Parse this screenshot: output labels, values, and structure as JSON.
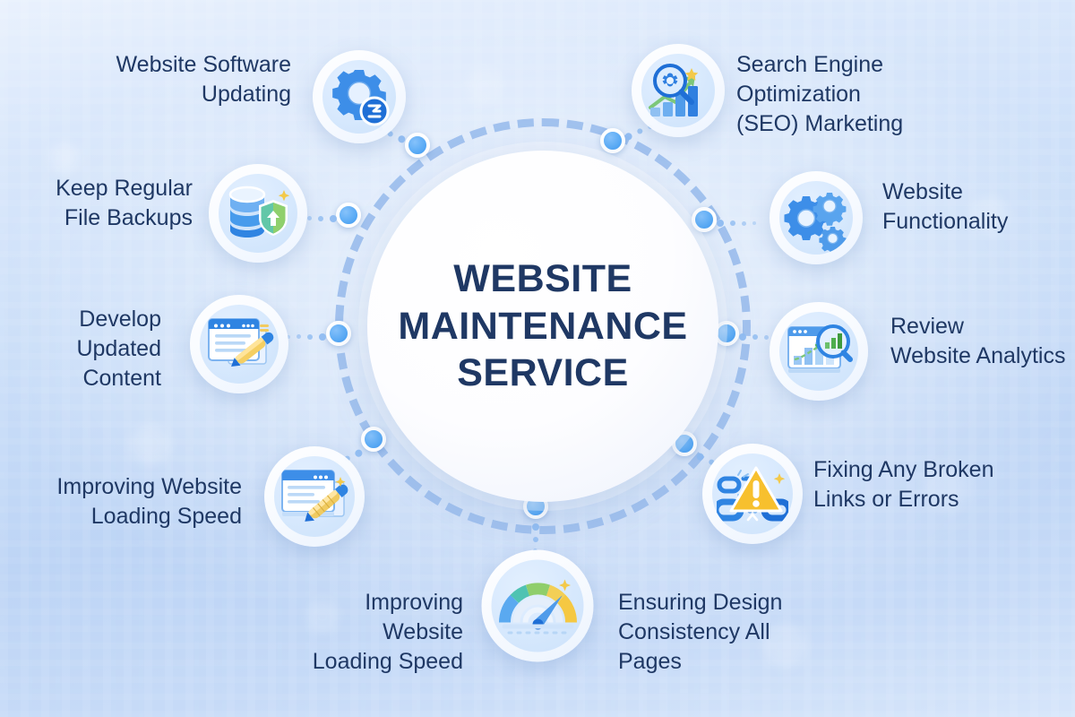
{
  "title": {
    "line1": "WEBSITE",
    "line2": "MAINTENANCE",
    "line3": "SERVICE"
  },
  "colors": {
    "text_navy": "#1f3864",
    "accent_blue": "#3d96ee",
    "node_blue": "#5aabf5",
    "orbit_dash": "#9fc0ee",
    "bg_light": "#e9f1fd",
    "bg_deep": "#bdd4f5",
    "icon_blue": "#2f7fe0",
    "icon_blue_light": "#73b2f5",
    "icon_yellow": "#f7c02e",
    "icon_green": "#7ec97a",
    "icon_teal": "#57c4b4",
    "star_yellow": "#f3c94a",
    "white": "#ffffff"
  },
  "items": [
    {
      "id": "website-software-updating",
      "label": "Website Software\nUpdating",
      "icon": "gear-refresh-icon",
      "side": "left"
    },
    {
      "id": "seo-marketing",
      "label": "Search Engine Optimization\n(SEO) Marketing",
      "icon": "magnifier-chart-icon",
      "side": "right"
    },
    {
      "id": "keep-regular-file-backups",
      "label": "Keep Regular\nFile Backups",
      "icon": "database-shield-icon",
      "side": "left"
    },
    {
      "id": "website-functionality",
      "label": "Website\nFunctionality",
      "icon": "gears-icon",
      "side": "right"
    },
    {
      "id": "develop-updated-content",
      "label": "Develop\nUpdated\nContent",
      "icon": "document-pencil-icon",
      "side": "left"
    },
    {
      "id": "review-website-analytics",
      "label": "Review\nWebsite Analytics",
      "icon": "dashboard-magnifier-icon",
      "side": "right"
    },
    {
      "id": "improving-website-loading-speed",
      "label": "Improving Website\nLoading Speed",
      "icon": "browser-pencil-icon",
      "side": "left"
    },
    {
      "id": "fixing-broken-links",
      "label": "Fixing Any Broken\nLinks or Errors",
      "icon": "broken-link-warning-icon",
      "side": "right"
    },
    {
      "id": "improving-loading-speed-bottom",
      "label": "Improving Website\nLoading Speed",
      "icon": "speedometer-icon",
      "side": "left"
    },
    {
      "id": "ensuring-design-consistency",
      "label": "Ensuring Design\nConsistency All Pages",
      "icon": "speedometer-icon",
      "side": "right"
    }
  ]
}
